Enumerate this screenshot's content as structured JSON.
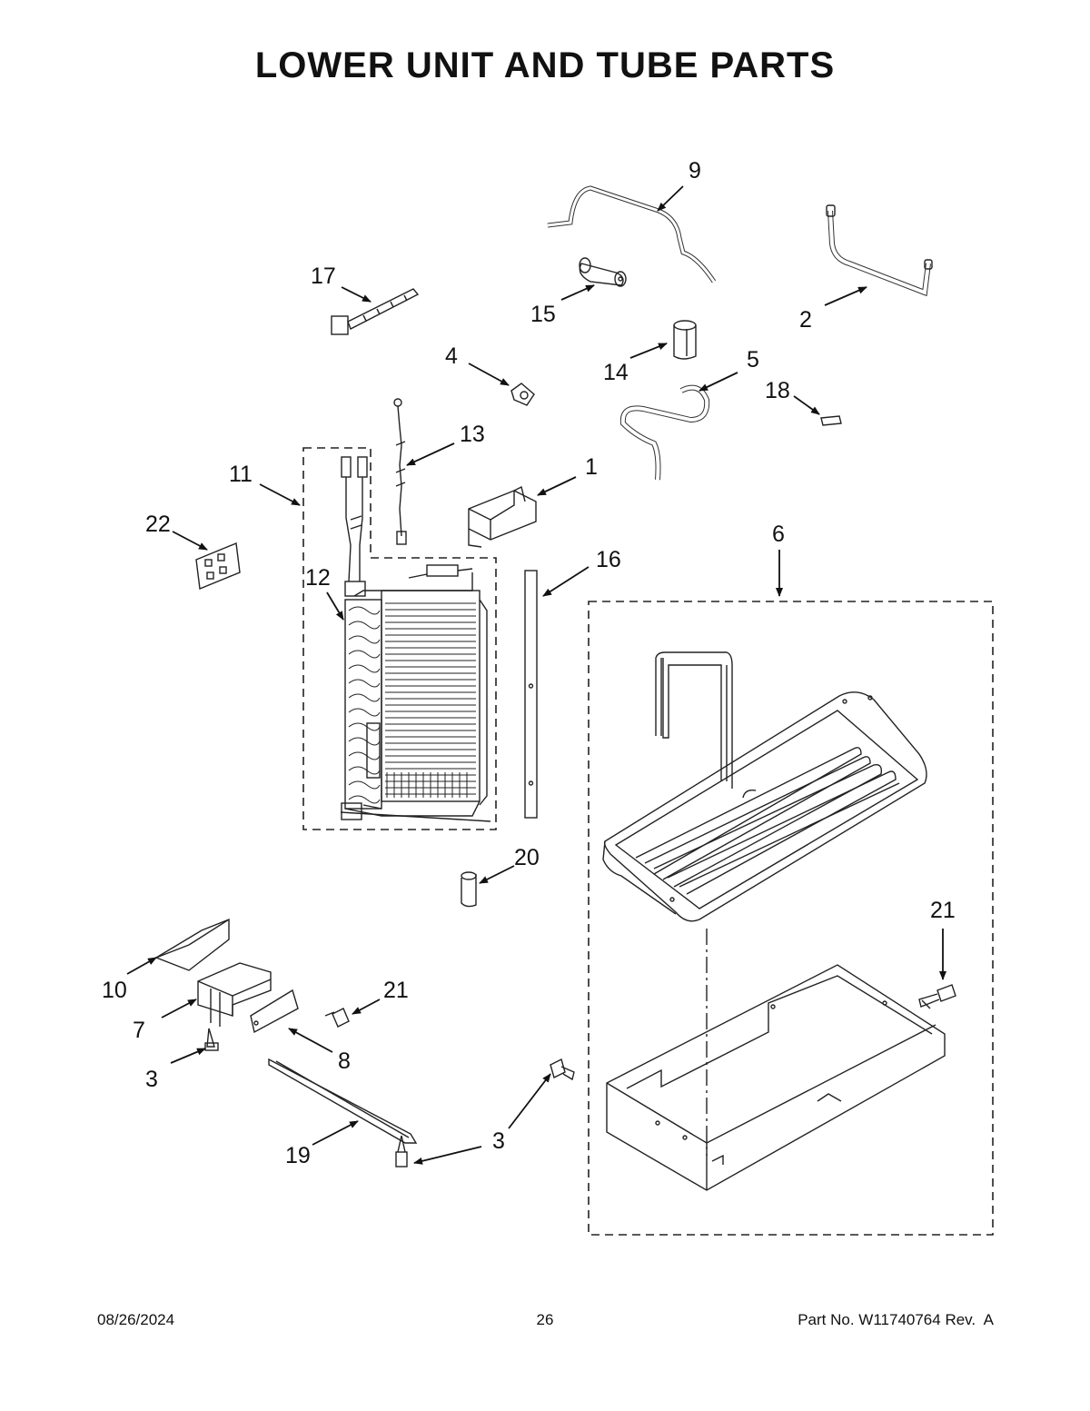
{
  "page": {
    "title": "LOWER UNIT AND TUBE PARTS"
  },
  "callouts": {
    "c1": "1",
    "c2": "2",
    "c3a": "3",
    "c3b": "3",
    "c4": "4",
    "c5": "5",
    "c6": "6",
    "c7": "7",
    "c8": "8",
    "c9": "9",
    "c10": "10",
    "c11": "11",
    "c12": "12",
    "c13": "13",
    "c14": "14",
    "c15": "15",
    "c16": "16",
    "c17": "17",
    "c18": "18",
    "c19": "19",
    "c20": "20",
    "c21a": "21",
    "c21b": "21",
    "c22": "22"
  },
  "footer": {
    "date": "08/26/2024",
    "page_number": "26",
    "part_no_label": "Part No.",
    "part_no": "W11740764",
    "rev": "Rev.  A"
  }
}
